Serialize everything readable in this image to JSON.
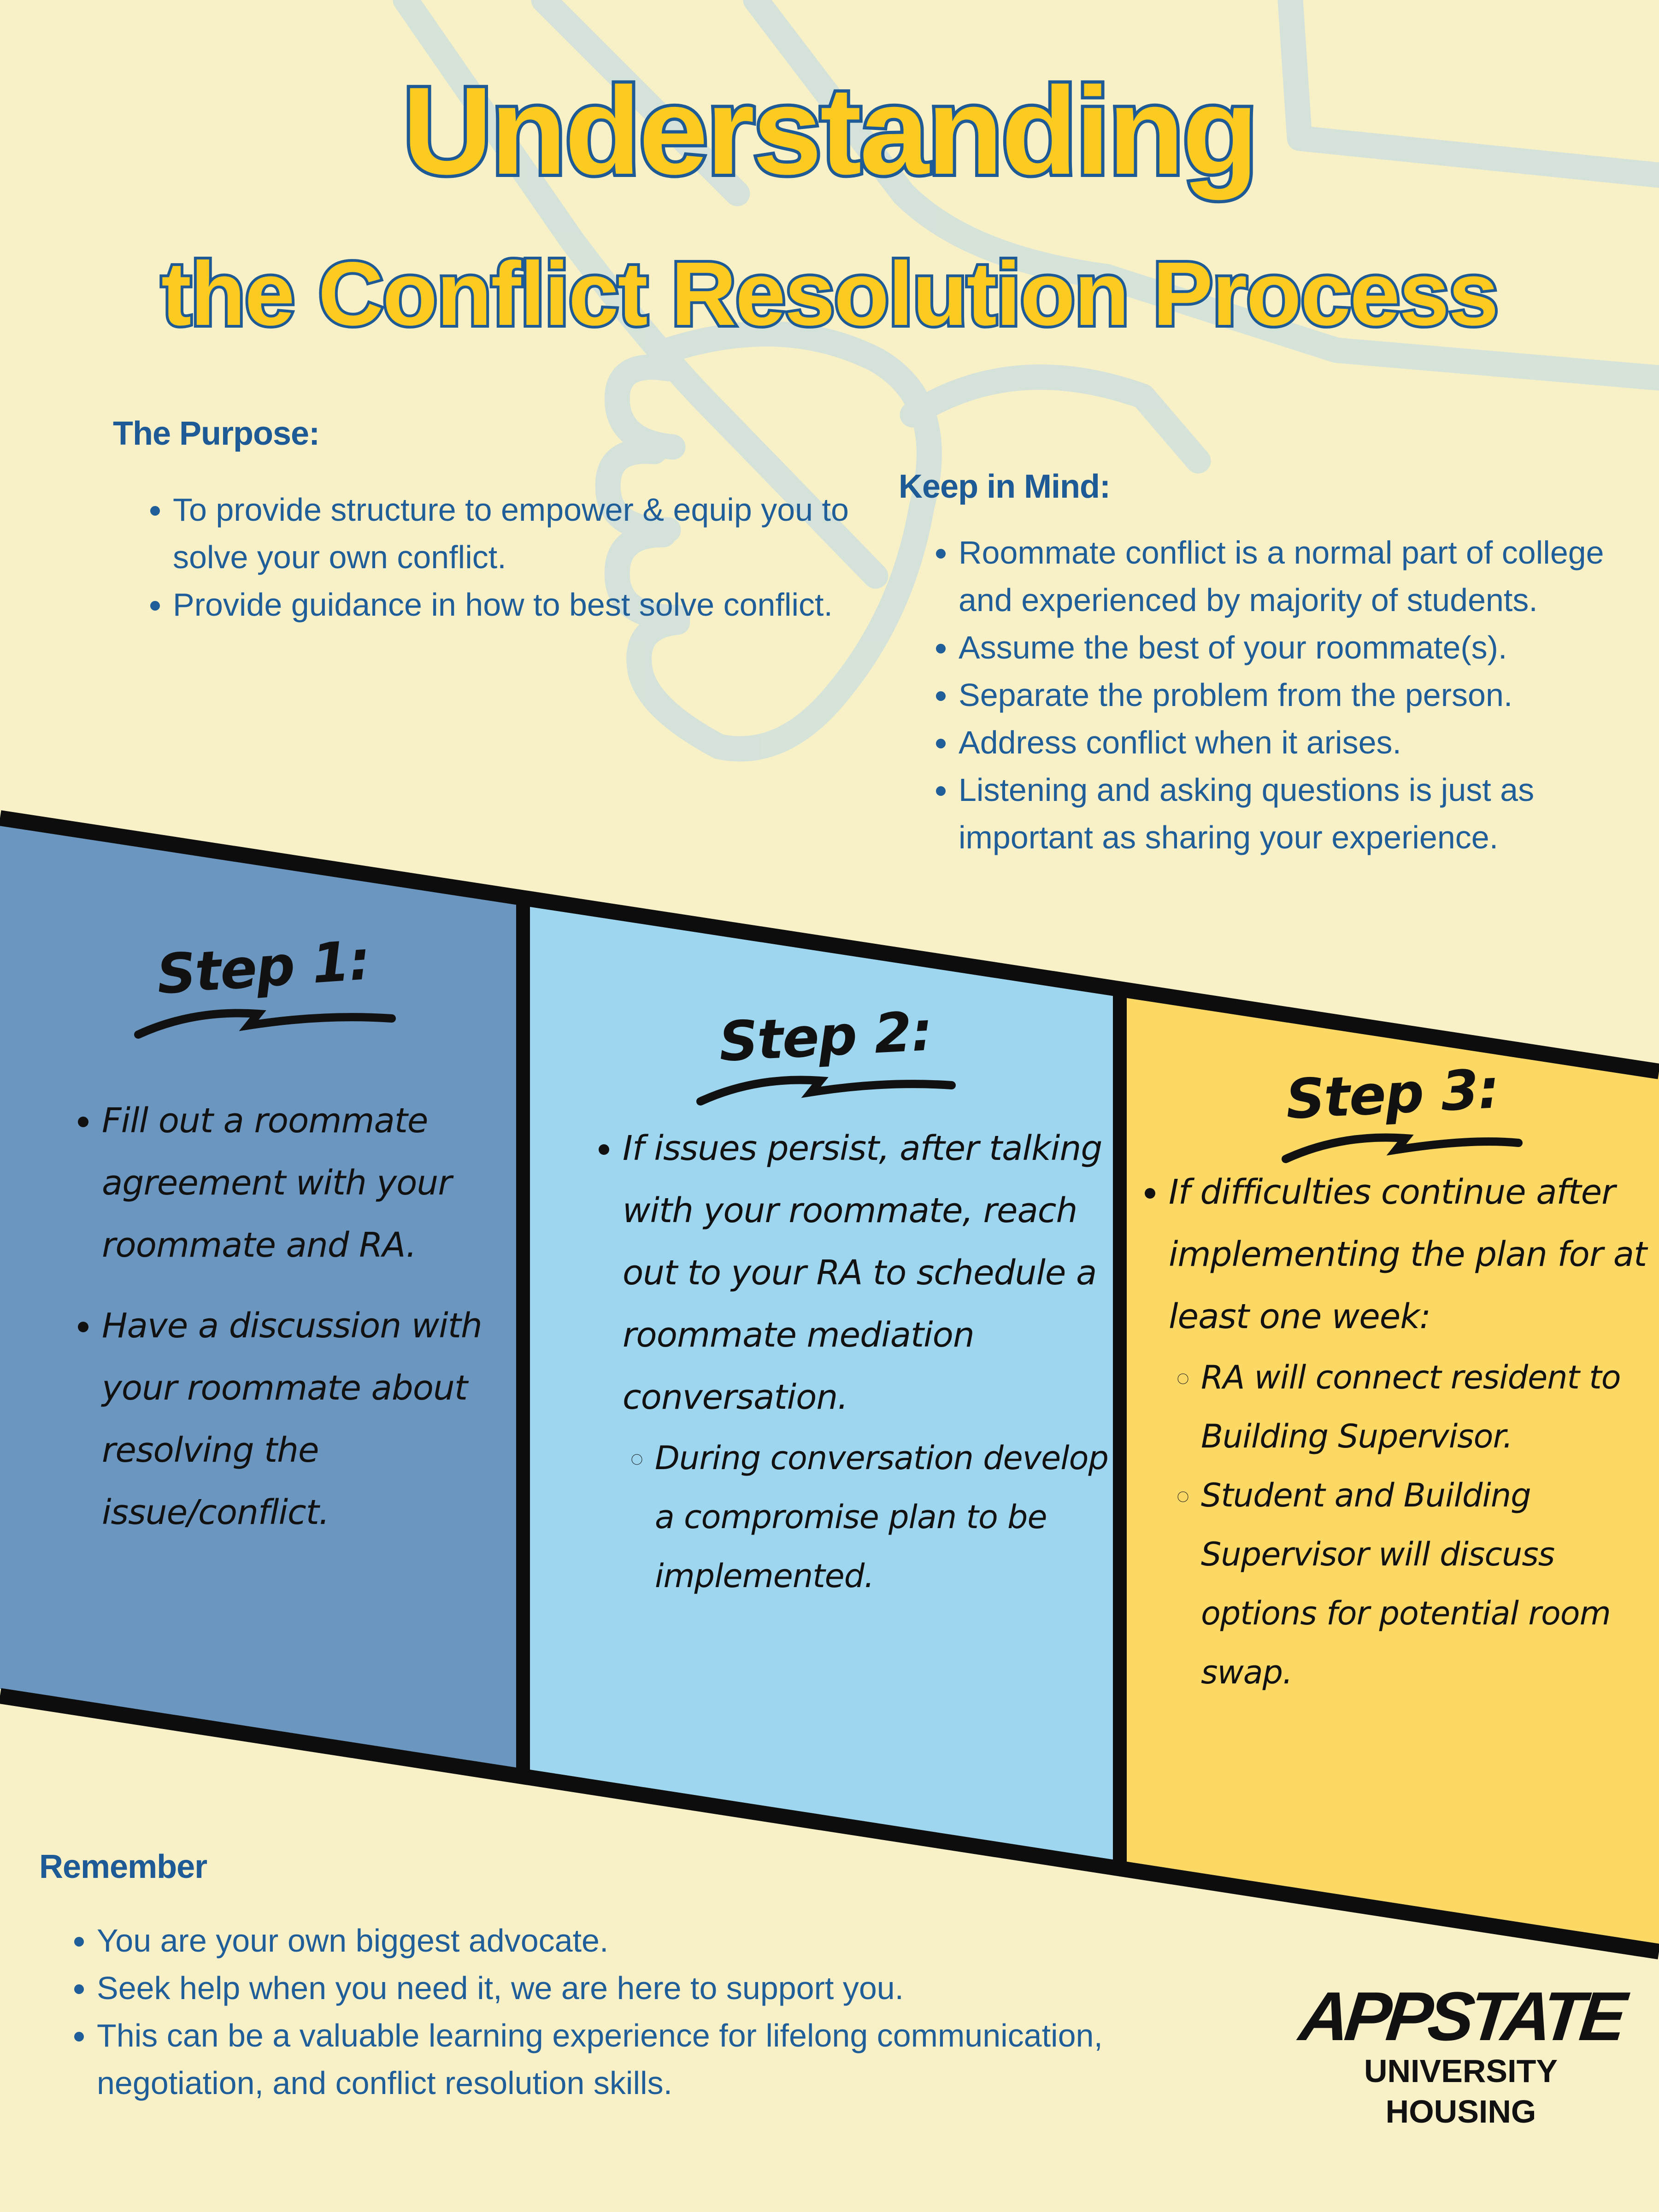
{
  "title": {
    "line1": "Understanding",
    "line2": "the Conflict Resolution Process"
  },
  "purpose": {
    "heading": "The Purpose:",
    "items": [
      "To provide structure to empower & equip you to solve your own conflict.",
      "Provide guidance in how to best solve conflict."
    ]
  },
  "keep_in_mind": {
    "heading": "Keep in Mind:",
    "items": [
      "Roommate conflict is a normal part of college and experienced by majority of students.",
      "Assume the best of your roommate(s).",
      "Separate the problem from the person.",
      "Address conflict when it arises.",
      "Listening and asking questions is just as important as sharing your experience."
    ]
  },
  "steps": [
    {
      "label": "Step 1:",
      "items": [
        "Fill out a roommate agreement with your roommate and RA.",
        "Have a discussion with your roommate about resolving the issue/conflict."
      ]
    },
    {
      "label": "Step 2:",
      "item": "If issues persist, after talking with your roommate, reach out to your RA to schedule a roommate mediation conversation.",
      "subitems": [
        "During conversation develop a compromise plan to be implemented."
      ]
    },
    {
      "label": "Step 3:",
      "item": "If difficulties continue after implementing the plan for at least one week:",
      "subitems": [
        "RA will connect resident to Building Supervisor.",
        "Student and Building Supervisor will discuss options for potential room swap."
      ]
    }
  ],
  "remember": {
    "heading": "Remember",
    "items": [
      "You are your own biggest advocate.",
      "Seek help when you need it, we are here to support you.",
      "This can be a valuable learning experience for lifelong communication, negotiation, and conflict resolution skills."
    ]
  },
  "logo": {
    "main": "APPSTATE",
    "line1": "UNIVERSITY",
    "line2": "HOUSING"
  },
  "colors": {
    "background": "#f8f1c8",
    "title_fill": "#fbcb1f",
    "title_outline": "#1e5a95",
    "step1": "#6a96c0",
    "step2": "#9dd6ee",
    "step3": "#fbd964",
    "text_blue": "#1f5e98"
  }
}
